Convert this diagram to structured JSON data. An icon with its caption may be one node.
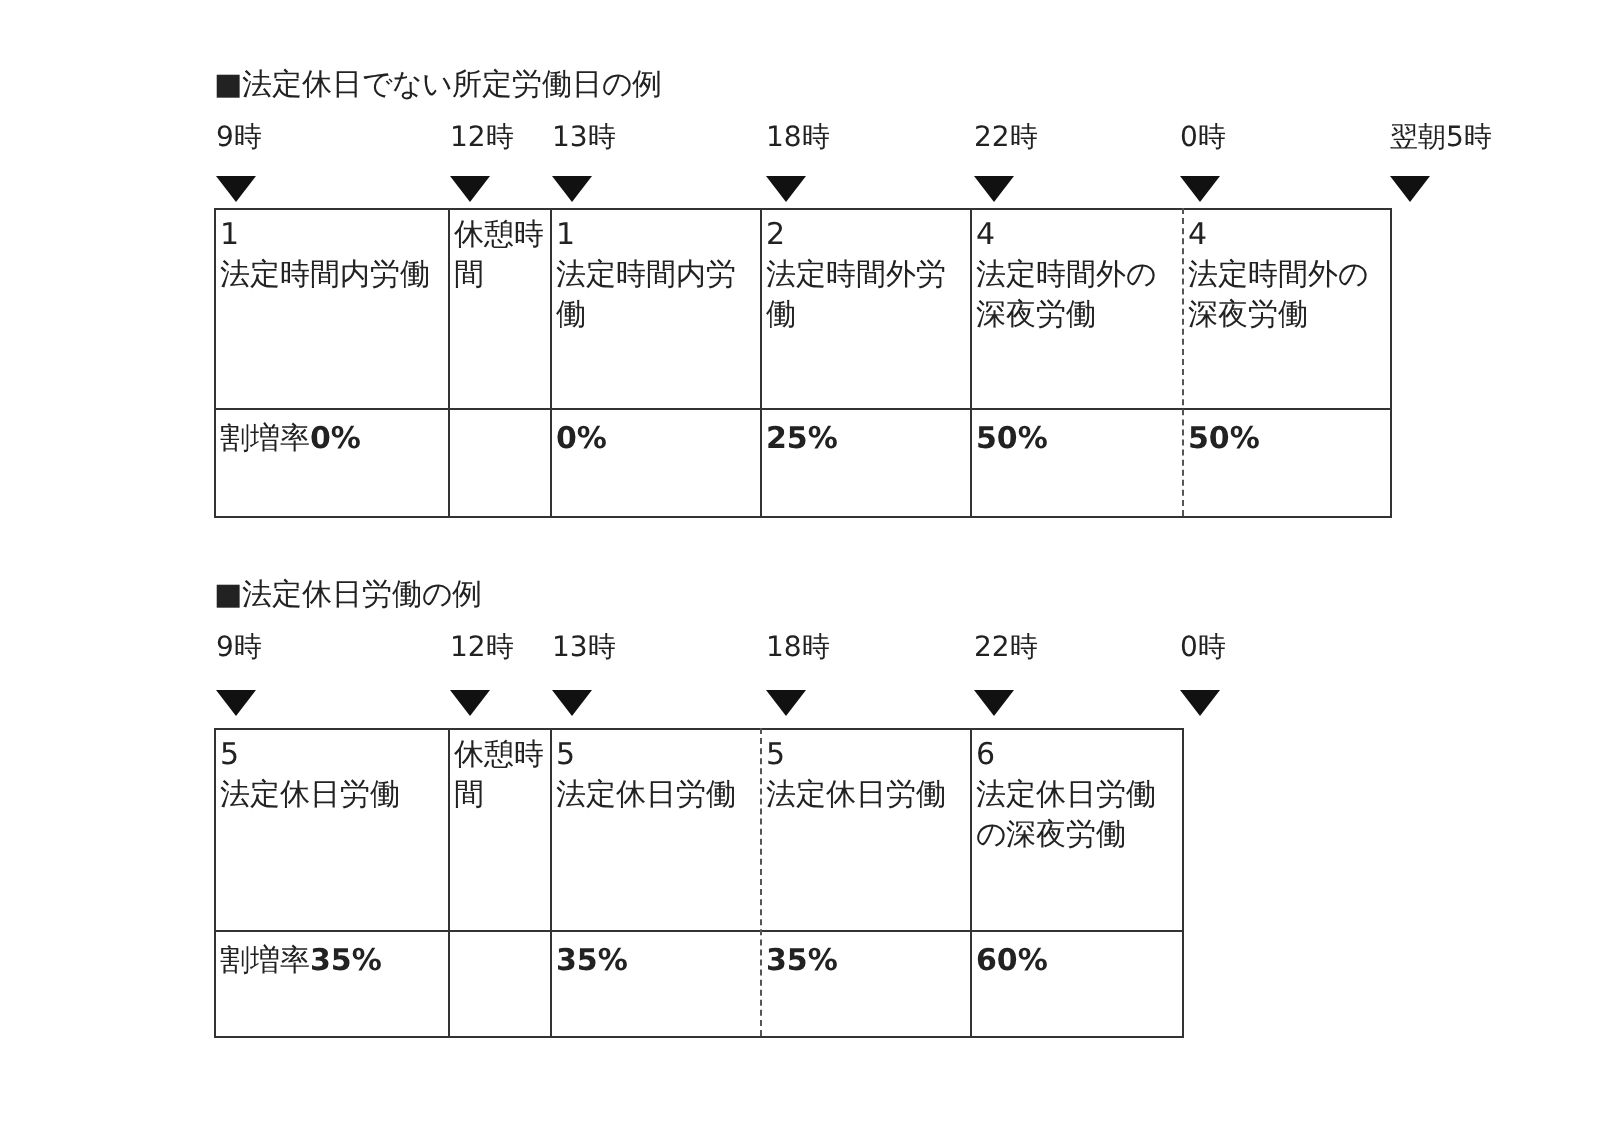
{
  "diagram": {
    "labels": [
      "■法定休日でない所定労働日の例",
      "9時",
      "12時",
      "13時",
      "18時",
      "22時",
      "0時",
      "翌朝5時",
      "1",
      "法定時間内労働",
      "休憩時間",
      "1",
      "法定時間内労働",
      "2",
      "法定時間外労働",
      "4",
      "法定時間外の深夜労働",
      "4",
      "法定時間外の深夜労働",
      "割増率**0%**",
      "0%",
      "25%",
      "50%",
      "50%",
      "■法定休日労働の例",
      "9時",
      "12時",
      "13時",
      "18時",
      "22時",
      "0時",
      "5",
      "法定休日労働",
      "休憩時間",
      "5",
      "法定休日労働",
      "5",
      "法定休日労働",
      "6",
      "法定休日労働の深夜労働",
      "割増率**35%**",
      "35%",
      "35%",
      "60%"
    ]
  }
}
